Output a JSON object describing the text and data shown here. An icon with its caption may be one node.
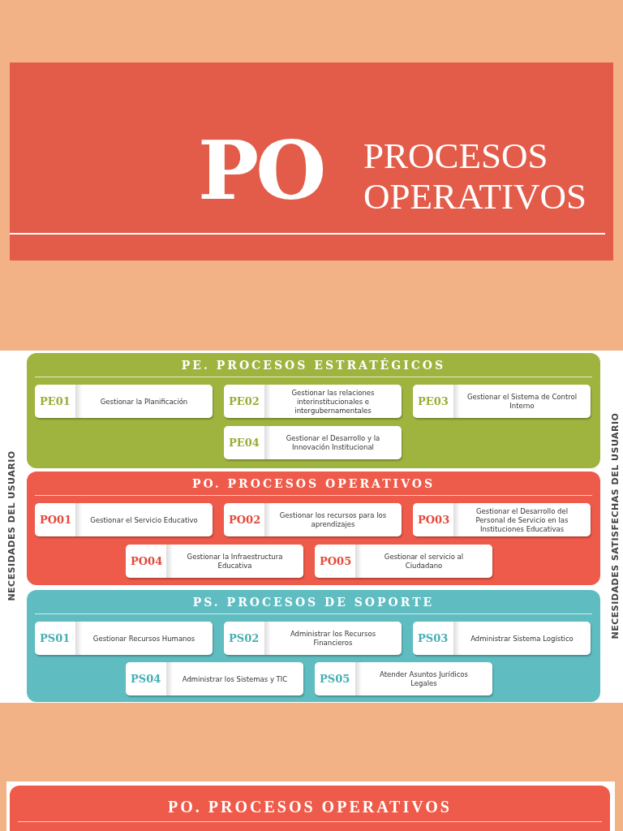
{
  "diagram": {
    "nodes": [
      {
        "text": [
          "PO",
          "PROCESOS OPERATIVOS"
        ]
      },
      {
        "text": [
          "PE. PROCESOS ESTRATÉGICOS"
        ]
      },
      {
        "text": [
          "PE01",
          "Gestionar la Planificación"
        ],
        "in": 1
      },
      {
        "text": [
          "PE02",
          "Gestionar las relaciones interinstitucionales e intergubernamentales"
        ],
        "in": 1
      },
      {
        "text": [
          "PE03",
          "Gestionar el Sistema de Control Interno"
        ],
        "in": 1
      },
      {
        "text": [
          "PE04",
          "Gestionar el Desarrollo y la Innovación Institucional"
        ],
        "in": 1
      },
      {
        "text": [
          "PO. PROCESOS OPERATIVOS"
        ]
      },
      {
        "text": [
          "PO01",
          "Gestionar el Servicio Educativo"
        ],
        "in": 6
      },
      {
        "text": [
          "PO02",
          "Gestionar los recursos para los aprendizajes"
        ],
        "in": 6
      },
      {
        "text": [
          "PO03",
          "Gestionar el Desarrollo del Personal de Servicio en las Instituciones Educativas"
        ],
        "in": 6
      },
      {
        "text": [
          "PO04",
          "Gestionar la Infraestructura Educativa"
        ],
        "in": 6
      },
      {
        "text": [
          "PO05",
          "Gestionar el servicio al Ciudadano"
        ],
        "in": 6
      },
      {
        "text": [
          "PS. PROCESOS DE SOPORTE"
        ]
      },
      {
        "text": [
          "PS01",
          "Gestionar Recursos Humanos"
        ],
        "in": 12
      },
      {
        "text": [
          "PS02",
          "Administrar los Recursos Financieros"
        ],
        "in": 12
      },
      {
        "text": [
          "PS03",
          "Administrar Sistema Logístico"
        ],
        "in": 12
      },
      {
        "text": [
          "PS04",
          "Administrar los Sistemas y TIC"
        ],
        "in": 12
      },
      {
        "text": [
          "PS05",
          "Atender Asuntos Jurídicos Legales"
        ],
        "in": 12
      },
      {
        "text": [
          "PO. PROCESOS OPERATIVOS"
        ]
      }
    ],
    "labels": [
      "NECESIDADES DEL USUARIO",
      "NECESIDADES SATISFECHAS DEL USUARIO"
    ]
  }
}
